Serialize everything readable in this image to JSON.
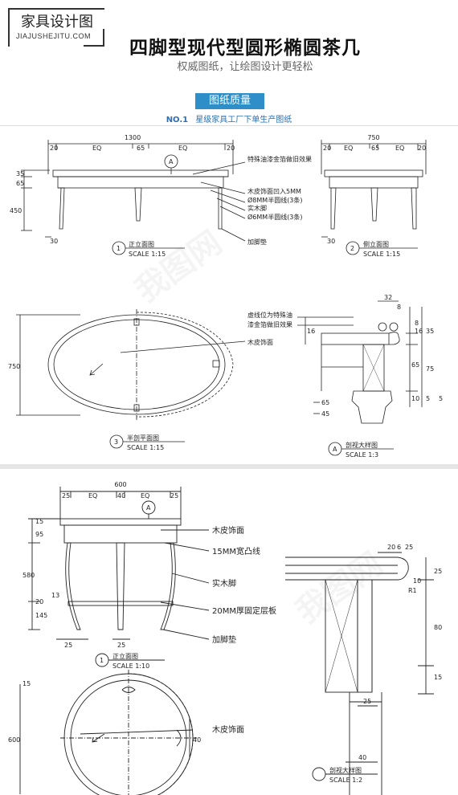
{
  "logo": {
    "title": "家具设计图",
    "url": "JIAJUSHEJITU.COM"
  },
  "header": {
    "title": "四脚型现代型圆形椭圆茶几",
    "subtitle": "权威图纸，让绘图设计更轻松",
    "badge": "图纸质量",
    "note_prefix": "NO.1",
    "note_text": "星级家具工厂下单生产图纸"
  },
  "drawing1": {
    "front": {
      "total_width": "1300",
      "dims_top": [
        "20",
        "EQ",
        "65",
        "EQ",
        "20"
      ],
      "dims_left": [
        "35",
        "65",
        "450"
      ],
      "base_dim": "30",
      "section_marker": "A",
      "annotations": [
        "特殊油漆金箔做旧效果",
        "木皮饰面凹入5MM",
        "Ø8MM半圆线(3条)",
        "实木脚",
        "Ø6MM半圆线(3条)",
        "加脚垫"
      ],
      "view_number": "1",
      "view_title": "正立面图",
      "scale": "SCALE 1:15"
    },
    "side": {
      "total_width": "750",
      "dims_top": [
        "20",
        "EQ",
        "65",
        "EQ",
        "20"
      ],
      "base_dim": "30",
      "view_number": "2",
      "view_title": "侧立面图",
      "scale": "SCALE 1:15"
    },
    "plan": {
      "height_dim": "750",
      "annotation": "木皮饰面",
      "view_number": "3",
      "view_title": "半剖平面图",
      "scale": "SCALE 1:15"
    },
    "detail": {
      "annotation_1": "虚线位为特殊油",
      "annotation_2": "漆金箔做旧效果",
      "dims_top": [
        "32",
        "8"
      ],
      "dims_right": [
        "16",
        "8",
        "35",
        "65",
        "75",
        "10",
        "5",
        "5"
      ],
      "dims_left": [
        "16",
        "65",
        "45"
      ],
      "marker": "A",
      "view_title": "剖视大样图",
      "scale": "SCALE 1:3"
    }
  },
  "drawing2": {
    "front": {
      "total_width": "600",
      "dims_top": [
        "25",
        "EQ",
        "40",
        "EQ",
        "25"
      ],
      "dims_left": [
        "15",
        "95",
        "580",
        "20",
        "145",
        "13"
      ],
      "dims_bottom": [
        "25",
        "25"
      ],
      "section_marker": "A",
      "annotations": [
        "木皮饰面",
        "15MM宽凸线",
        "实木脚",
        "20MM厚固定层板",
        "加脚垫"
      ],
      "view_number": "1",
      "view_title": "正立面图",
      "scale": "SCALE 1:10"
    },
    "plan": {
      "height_dim": "600",
      "side_dim": "15",
      "annotation": "木皮饰面",
      "right_dim": "40"
    },
    "detail": {
      "dims_top": [
        "20",
        "6",
        "25"
      ],
      "dims_right": [
        "25",
        "10",
        "80",
        "15"
      ],
      "dims_bottom": [
        "25",
        "40"
      ],
      "label_r": "R1",
      "view_title": "剖视大样图",
      "scale": "SCALE 1:2"
    }
  },
  "watermark": "我图网"
}
